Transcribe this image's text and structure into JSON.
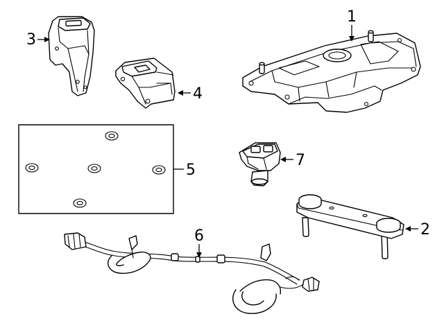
{
  "callouts": {
    "c1": "1",
    "c2": "2",
    "c3": "3",
    "c4": "4",
    "c5": "5",
    "c6": "6",
    "c7": "7"
  },
  "parts": [
    {
      "ref": "1",
      "icon": "mounting-bracket-plate-icon"
    },
    {
      "ref": "2",
      "icon": "stud-bracket-icon"
    },
    {
      "ref": "3",
      "icon": "upright-bracket-icon"
    },
    {
      "ref": "4",
      "icon": "sensor-mount-bracket-icon"
    },
    {
      "ref": "5",
      "icon": "pad-panel-icon"
    },
    {
      "ref": "6",
      "icon": "wire-harness-icon"
    },
    {
      "ref": "7",
      "icon": "sensor-icon"
    }
  ]
}
